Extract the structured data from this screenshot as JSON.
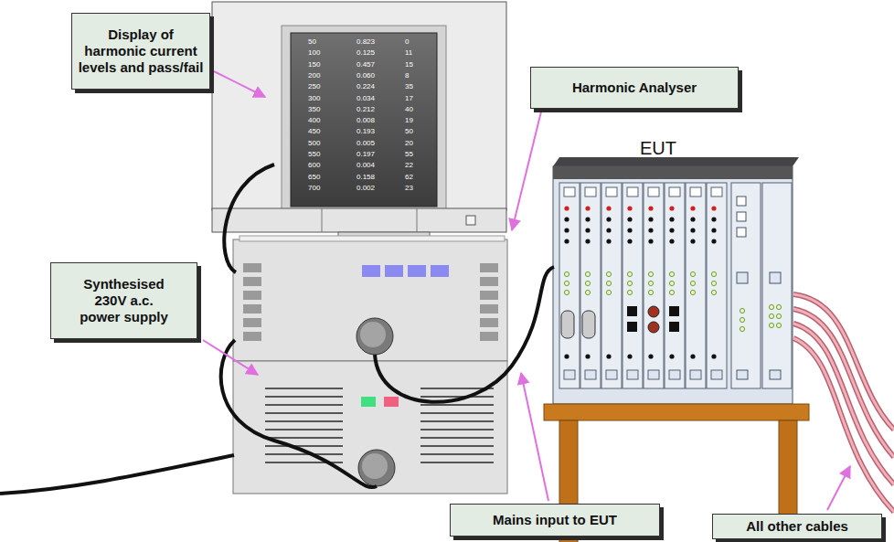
{
  "diagram": {
    "nodes": [
      {
        "text": [
          "Display of harmonic current levels and pass/fail"
        ]
      },
      {
        "text": [
          "Harmonic Analyser"
        ]
      },
      {
        "text": [
          "Synthesised 230V a.c. power supply"
        ]
      },
      {
        "text": [
          "Mains input to EUT"
        ]
      },
      {
        "text": [
          "All other cables"
        ]
      }
    ],
    "labels": [
      "EUT",
      "50",
      "0.823",
      "0",
      "100",
      "0.125",
      "11",
      "150",
      "0.457",
      "15",
      "200",
      "0.060",
      "8",
      "250",
      "0.224",
      "35",
      "300",
      "0.034",
      "17",
      "350",
      "0.212",
      "40",
      "400",
      "0.008",
      "19",
      "450",
      "0.193",
      "50",
      "500",
      "0.005",
      "20",
      "550",
      "0.197",
      "55",
      "600",
      "0.004",
      "22",
      "650",
      "0.158",
      "62",
      "700",
      "0.002",
      "23"
    ]
  }
}
